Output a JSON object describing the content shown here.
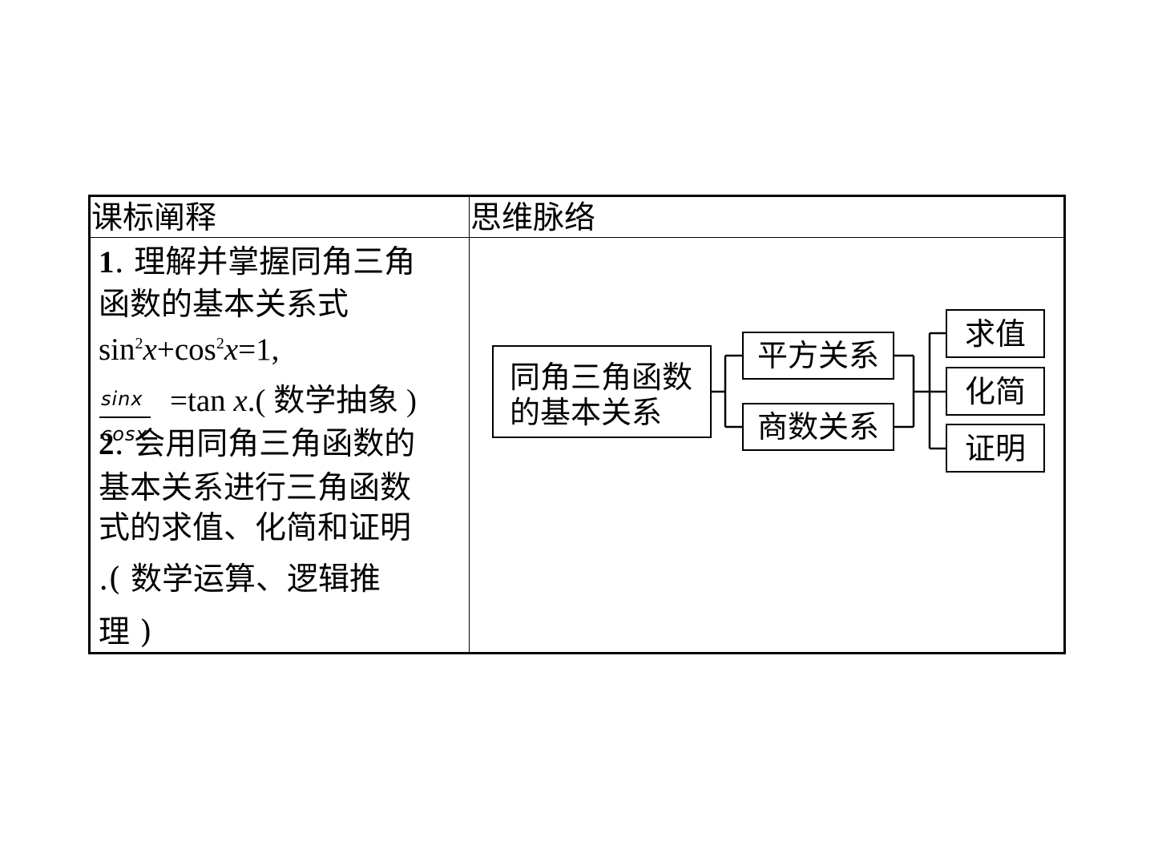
{
  "table": {
    "header_left": "课标阐释",
    "header_right": "思维脉络"
  },
  "left": {
    "item1_num": "1",
    "item1_line1": ". 理解并掌握同角三角",
    "item1_line2": "函数的基本关系式",
    "eq_sin": "sin",
    "eq_sq1": "2",
    "eq_x1": "x",
    "eq_plus_cos": "+cos",
    "eq_sq2": "2",
    "eq_x2": "x",
    "eq_eq1": "=1,",
    "frac_num": "sinx",
    "frac_den": "cosx",
    "eq_tan": "=tan ",
    "eq_x3": "x",
    "eq_tail": ".( ",
    "tag1": "数学抽象",
    "tag1_close": " )",
    "item2_num": "2",
    "item2_line1": ". 会用同角三角函数的",
    "item2_line2": "基本关系进行三角函数",
    "item2_line3": "式的求值、化简和证明",
    "item2_line4_pre": ".( ",
    "item2_line4": "数学运算、逻辑推",
    "item2_line5": "理",
    "item2_line5_close": " )"
  },
  "diagram": {
    "main_line1": "同角三角函数",
    "main_line2": "的基本关系",
    "square": "平方关系",
    "quotient": "商数关系",
    "evaluate": "求值",
    "simplify": "化简",
    "prove": "证明"
  }
}
